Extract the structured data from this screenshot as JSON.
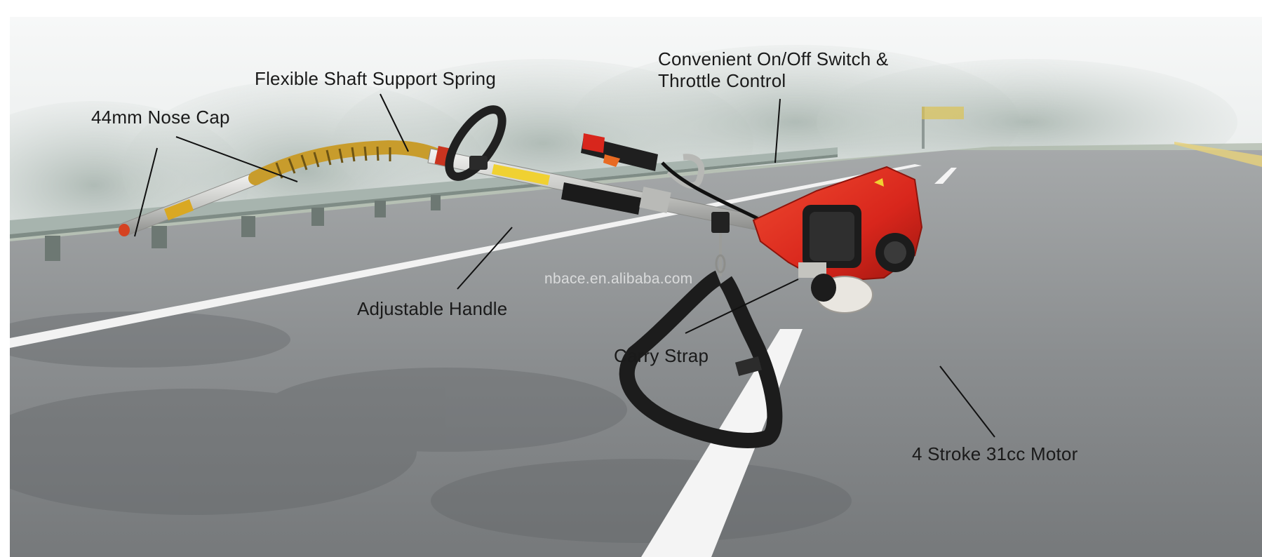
{
  "labels": {
    "nose_cap": "44mm Nose Cap",
    "shaft_spring": "Flexible Shaft Support Spring",
    "switch_line1": "Convenient On/Off Switch &",
    "switch_line2": "Throttle Control",
    "handle": "Adjustable Handle",
    "strap": "Carry Strap",
    "motor": "4 Stroke 31cc Motor"
  },
  "watermark": "nbace.en.alibaba.com",
  "colors": {
    "sky": "#e6eaea",
    "road": "#8a8d8f",
    "guardrail": "#a7b4ae",
    "engine_red": "#d8261c",
    "shaft_silver": "#d5d6d3",
    "spring_gold": "#c9a13c",
    "strap_black": "#1c1c1c",
    "label_text": "#1a1a1a"
  }
}
